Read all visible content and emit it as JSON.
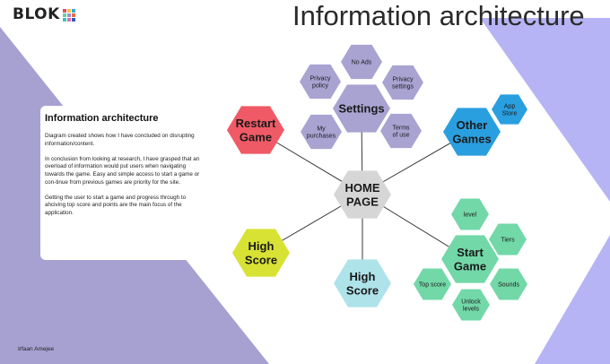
{
  "header": {
    "logo_text": "BLOK",
    "title": "Information architecture"
  },
  "colors": {
    "lavender": "#a7a1d1",
    "periwinkle": "#b4b3f4",
    "settings": "#a9a3d2",
    "restart": "#f05a66",
    "other_games": "#2a9fe0",
    "high_score": "#d8e234",
    "high_score_2": "#aee3ea",
    "home": "#d6d6d6",
    "start_game": "#72d8a8",
    "logo_squares": [
      "#e94b5a",
      "#f3c442",
      "#39a8e0",
      "#72c9a0",
      "#9c8fd1",
      "#f06a3a",
      "#3cc2c2",
      "#e66bb0",
      "#2f5fb8"
    ]
  },
  "sidebar_card": {
    "heading": "Information architecture",
    "body": "Diagram created shows how I have concluded on disrupting information/content.\n\nIn conclusion from looking at research, I have grasped that an overload of information would put users when navigating towards the game. Easy and simple access to start a game or con-tinue from previous games are priority for the site.\n\nGetting the user to start a game and progress through to ahciving top score and points are the main focus of the application."
  },
  "author": "Irfaan Amejee",
  "diagram": {
    "home": [
      "HOME",
      "PAGE"
    ],
    "settings": {
      "label": "Settings",
      "children": [
        [
          "Privacy",
          "policy"
        ],
        [
          "No Ads"
        ],
        [
          "Privacy",
          "settings"
        ],
        [
          "My",
          "purchases"
        ],
        [
          "Terms",
          "of use"
        ]
      ]
    },
    "restart": [
      "Restart",
      "Game"
    ],
    "other_games": {
      "label": [
        "Other",
        "Games"
      ],
      "children": [
        [
          "App",
          "Store"
        ]
      ]
    },
    "high_score_left": [
      "High",
      "Score"
    ],
    "high_score_bottom": [
      "High",
      "Score"
    ],
    "start_game": {
      "label": [
        "Start",
        "Game"
      ],
      "children": [
        [
          "level"
        ],
        [
          "Tiers"
        ],
        [
          "Top score"
        ],
        [
          "Sounds"
        ],
        [
          "Unlock",
          "levels"
        ]
      ]
    }
  }
}
